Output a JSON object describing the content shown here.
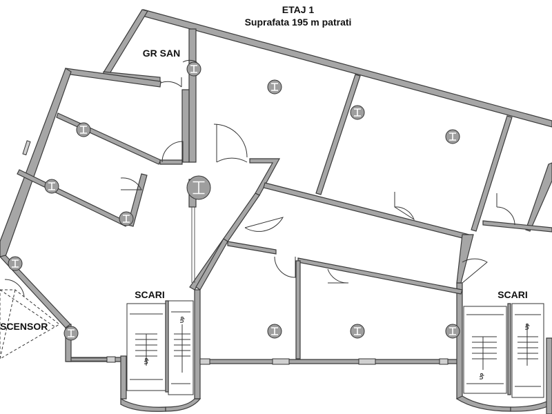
{
  "title": {
    "line1": "ETAJ 1",
    "line2": "Suprafata 195 m patrati"
  },
  "rooms": {
    "gr_san": "GR SAN",
    "scari_left": "SCARI",
    "scari_right": "SCARI",
    "ascensor": "ASCENSOR"
  },
  "stairs": {
    "up_label": "Up"
  },
  "colors": {
    "wall_fill": "#a6a6a6",
    "wall_stroke": "#3a3a3a",
    "symbol_fill": "#9e9e9e",
    "background": "#ffffff"
  },
  "icons": {
    "ceiling_fixture": "ceiling-fixture-icon",
    "column": "column-icon"
  }
}
